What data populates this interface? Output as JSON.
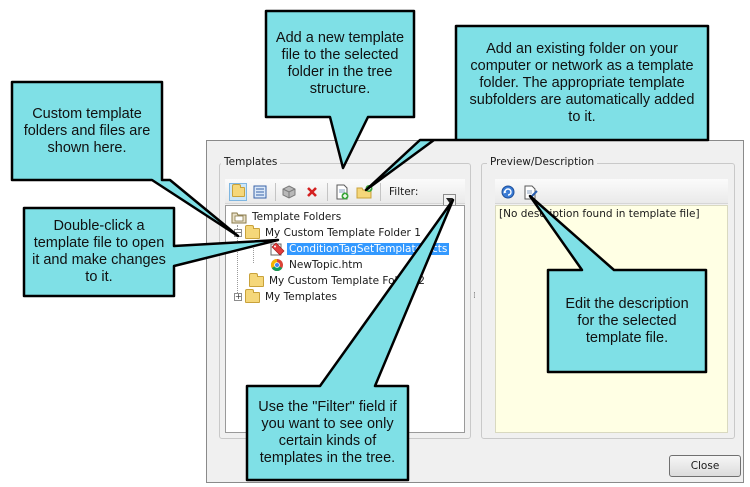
{
  "callouts": {
    "custom_folders": "Custom template folders and files are shown here.",
    "add_file": "Add a new template file to the selected folder in the tree structure.",
    "add_folder": "Add an existing folder on your computer or network as a template folder. The appropriate template subfolders are automatically added to it.",
    "double_click": "Double-click a template file to open it and make changes to it.",
    "edit_desc": "Edit the description for the selected template file.",
    "filter": "Use the \"Filter\" field if you want to see only certain kinds of templates in the tree."
  },
  "dialog": {
    "templates_group_label": "Templates",
    "preview_group_label": "Preview/Description",
    "filter_label": "Filter:",
    "tree": [
      {
        "label": "Template Folders"
      },
      {
        "label": "My Custom Template Folder 1"
      },
      {
        "label": "ConditionTagSetTemplate.flcts"
      },
      {
        "label": "NewTopic.htm"
      },
      {
        "label": "My Custom Template Folder 2"
      },
      {
        "label": "My Templates"
      }
    ],
    "description_text": "[No description found in template file]",
    "close_label": "Close"
  },
  "icons": {
    "toolbar": [
      "folder-view-icon",
      "list-view-icon",
      "cube-icon",
      "delete-icon",
      "add-file-icon",
      "add-folder-icon"
    ],
    "preview_toolbar": [
      "refresh-icon",
      "edit-description-icon"
    ]
  },
  "colors": {
    "callout_fill": "#7fe0e6",
    "callout_border": "#000000",
    "selection": "#3399ff",
    "description_bg": "#ffffe4"
  }
}
